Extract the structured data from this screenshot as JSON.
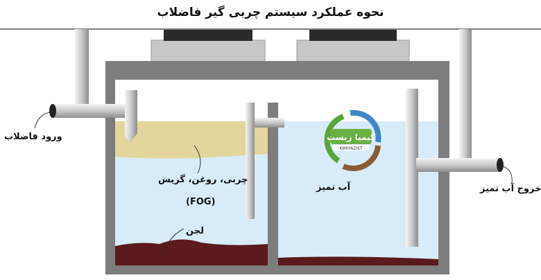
{
  "title": "نحوه عملکرد سیستم چربی گیر فاضلاب",
  "labels": {
    "inlet": "ورود فاضلاب",
    "fog": "چربی، روغن، گریس",
    "fog_abbr": "(FOG)",
    "sludge": "لجن",
    "clean_water": "آب تمیز",
    "outlet": "خروج آب تمیز"
  },
  "logo": {
    "text_fa": "کیمیا زیست",
    "text_en": "KIMIYAZIST"
  },
  "colors": {
    "fog": "#e4d59c",
    "water": "#d7ecf8",
    "sludge": "#5b1a1c",
    "tank": "#7d7d7d"
  }
}
